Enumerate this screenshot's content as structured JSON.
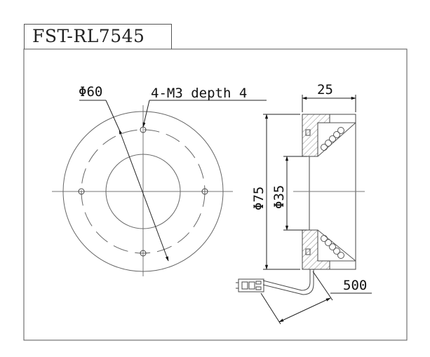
{
  "title": "FST-RL7545",
  "dimensions": {
    "outer_mount_diameter": "Φ60",
    "mounting_holes": "4-M3 depth 4",
    "thickness": "25",
    "outer_diameter": "Φ75",
    "inner_diameter": "Φ35",
    "cable_length": "500"
  }
}
